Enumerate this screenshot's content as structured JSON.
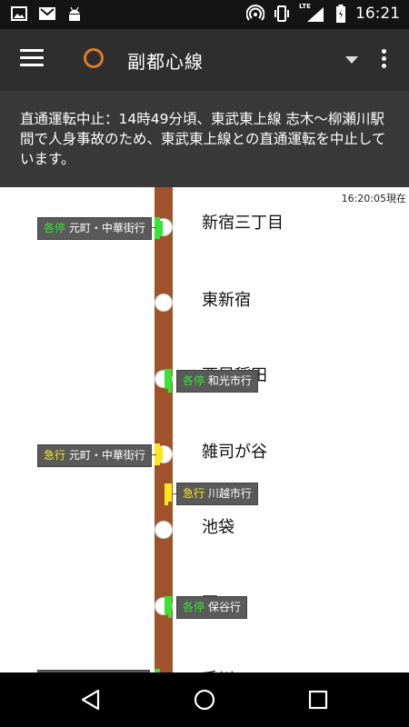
{
  "status_bar": {
    "icons": [
      "image-icon",
      "gmail-icon",
      "android-icon",
      "hotspot-icon",
      "vibrate-icon",
      "signal-icon",
      "battery-icon"
    ],
    "lte": "LTE",
    "time": "16:21"
  },
  "toolbar": {
    "line_name": "副都心線",
    "line_color": "#e07a2a"
  },
  "notice": {
    "text": "直通運転中止：14時49分頃、東武東上線 志木〜柳瀬川駅間で人身事故のため、東武東上線との直通運転を中止しています。"
  },
  "main": {
    "timestamp": "16:20:05現在",
    "stations": [
      {
        "name": "新宿三丁目"
      },
      {
        "name": "東新宿"
      },
      {
        "name": "西早稲田"
      },
      {
        "name": "雑司が谷"
      },
      {
        "name": "池袋"
      },
      {
        "name": "要町"
      },
      {
        "name": "千川"
      }
    ],
    "trains": [
      {
        "type": "各停",
        "destination": "元町・中華街行",
        "color": "#34e534"
      },
      {
        "type": "各停",
        "destination": "和光市行",
        "color": "#34e534"
      },
      {
        "type": "急行",
        "destination": "元町・中華街行",
        "color": "#ffe81a"
      },
      {
        "type": "急行",
        "destination": "川越市行",
        "color": "#ffe81a"
      },
      {
        "type": "各停",
        "destination": "保谷行",
        "color": "#34e534"
      }
    ]
  },
  "nav_bar": {
    "buttons": [
      "back-icon",
      "home-icon",
      "recents-icon"
    ]
  }
}
